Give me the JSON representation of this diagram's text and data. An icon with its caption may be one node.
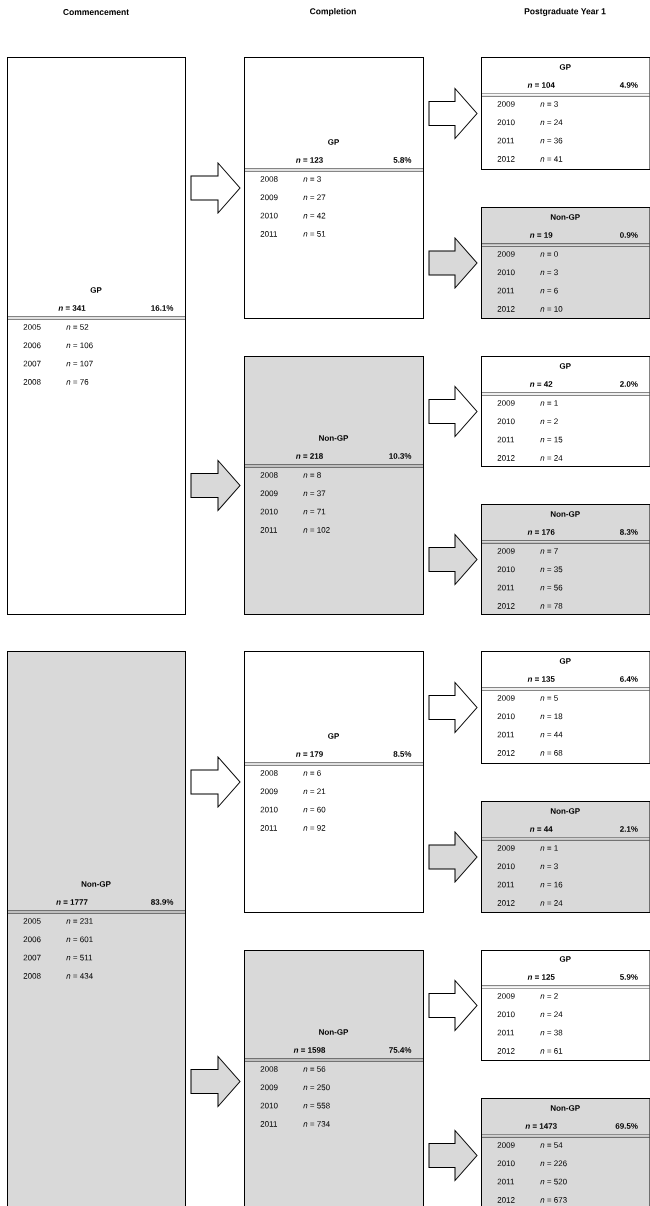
{
  "diagram": {
    "nodes": [
      {
        "text": [
          "GP",
          "*n* = 341",
          "16.1%",
          "2005",
          "*n* = 52",
          "2006",
          "*n* = 106",
          "2007",
          "*n* = 107",
          "2008",
          "*n* = 76"
        ]
      },
      {
        "text": [
          "GP",
          "*n* = 123",
          "5.8%",
          "2008",
          "*n* = 3",
          "2009",
          "*n* = 27",
          "2010",
          "*n* = 42",
          "2011",
          "*n* = 51"
        ]
      },
      {
        "text": [
          "GP",
          "*n* = 104",
          "4.9%",
          "2009",
          "*n* = 3",
          "2010",
          "*n* = 24",
          "2011",
          "*n* = 36",
          "2012",
          "*n* = 41"
        ]
      },
      {
        "text": [
          "Non-GP",
          "*n* = 19",
          "0.9%",
          "2009",
          "*n* = 0",
          "2010",
          "*n* = 3",
          "2011",
          "*n* = 6",
          "2012",
          "*n* = 10"
        ]
      },
      {
        "text": [
          "Non-GP",
          "*n* = 218",
          "10.3%",
          "2008",
          "*n* = 8",
          "2009",
          "*n* = 37",
          "2010",
          "*n* = 71",
          "2011",
          "*n* = 102"
        ]
      },
      {
        "text": [
          "GP",
          "*n* = 42",
          "2.0%",
          "2009",
          "*n* = 1",
          "2010",
          "*n* = 2",
          "2011",
          "*n* = 15",
          "2012",
          "*n* = 24"
        ]
      },
      {
        "text": [
          "Non-GP",
          "*n* = 176",
          "8.3%",
          "2009",
          "*n* = 7",
          "2010",
          "*n* = 35",
          "2011",
          "*n* = 56",
          "2012",
          "*n* = 78"
        ]
      },
      {
        "text": [
          "Non-GP",
          "*n* = 1777",
          "83.9%",
          "2005",
          "*n* = 231",
          "2006",
          "*n* = 601",
          "2007",
          "*n* = 511",
          "2008",
          "*n* = 434"
        ]
      },
      {
        "text": [
          "GP",
          "*n* = 179",
          "8.5%",
          "2008",
          "*n* = 6",
          "2009",
          "*n* = 21",
          "2010",
          "*n* = 60",
          "2011",
          "*n* = 92"
        ]
      },
      {
        "text": [
          "GP",
          "*n* = 135",
          "6.4%",
          "2009",
          "*n* = 5",
          "2010",
          "*n* = 18",
          "2011",
          "*n* = 44",
          "2012",
          "*n* = 68"
        ]
      },
      {
        "text": [
          "Non-GP",
          "*n* = 44",
          "2.1%",
          "2009",
          "*n* = 1",
          "2010",
          "*n* = 3",
          "2011",
          "*n* = 16",
          "2012",
          "*n* = 24"
        ]
      },
      {
        "text": [
          "Non-GP",
          "*n* = 1598",
          "75.4%",
          "2008",
          "*n* = 56",
          "2009",
          "*n* = 250",
          "2010",
          "*n* = 558",
          "2011",
          "*n* = 734"
        ]
      },
      {
        "text": [
          "GP",
          "*n* = 125",
          "5.9%",
          "2009",
          "*n* = 2",
          "2010",
          "*n* = 24",
          "2011",
          "*n* = 38",
          "2012",
          "*n* = 61"
        ]
      },
      {
        "text": [
          "Non-GP",
          "*n* = 1473",
          "69.5%",
          "2009",
          "*n* = 54",
          "2010",
          "*n* = 226",
          "2011",
          "*n* = 520",
          "2012",
          "*n* = 673"
        ]
      }
    ],
    "edges": [
      {
        "from": 0,
        "to": 1,
        "arrow": "to"
      },
      {
        "from": 0,
        "to": 4,
        "arrow": "to"
      },
      {
        "from": 1,
        "to": 2,
        "arrow": "to"
      },
      {
        "from": 1,
        "to": 3,
        "arrow": "to"
      },
      {
        "from": 4,
        "to": 5,
        "arrow": "to"
      },
      {
        "from": 4,
        "to": 6,
        "arrow": "to"
      },
      {
        "from": 7,
        "to": 8,
        "arrow": "to"
      },
      {
        "from": 7,
        "to": 11,
        "arrow": "to"
      },
      {
        "from": 8,
        "to": 9,
        "arrow": "to"
      },
      {
        "from": 8,
        "to": 10,
        "arrow": "to"
      },
      {
        "from": 11,
        "to": 12,
        "arrow": "to"
      },
      {
        "from": 11,
        "to": 13,
        "arrow": "to"
      }
    ],
    "labels": [
      "Commencement",
      "Completion",
      "Postgraduate Year 1"
    ]
  }
}
